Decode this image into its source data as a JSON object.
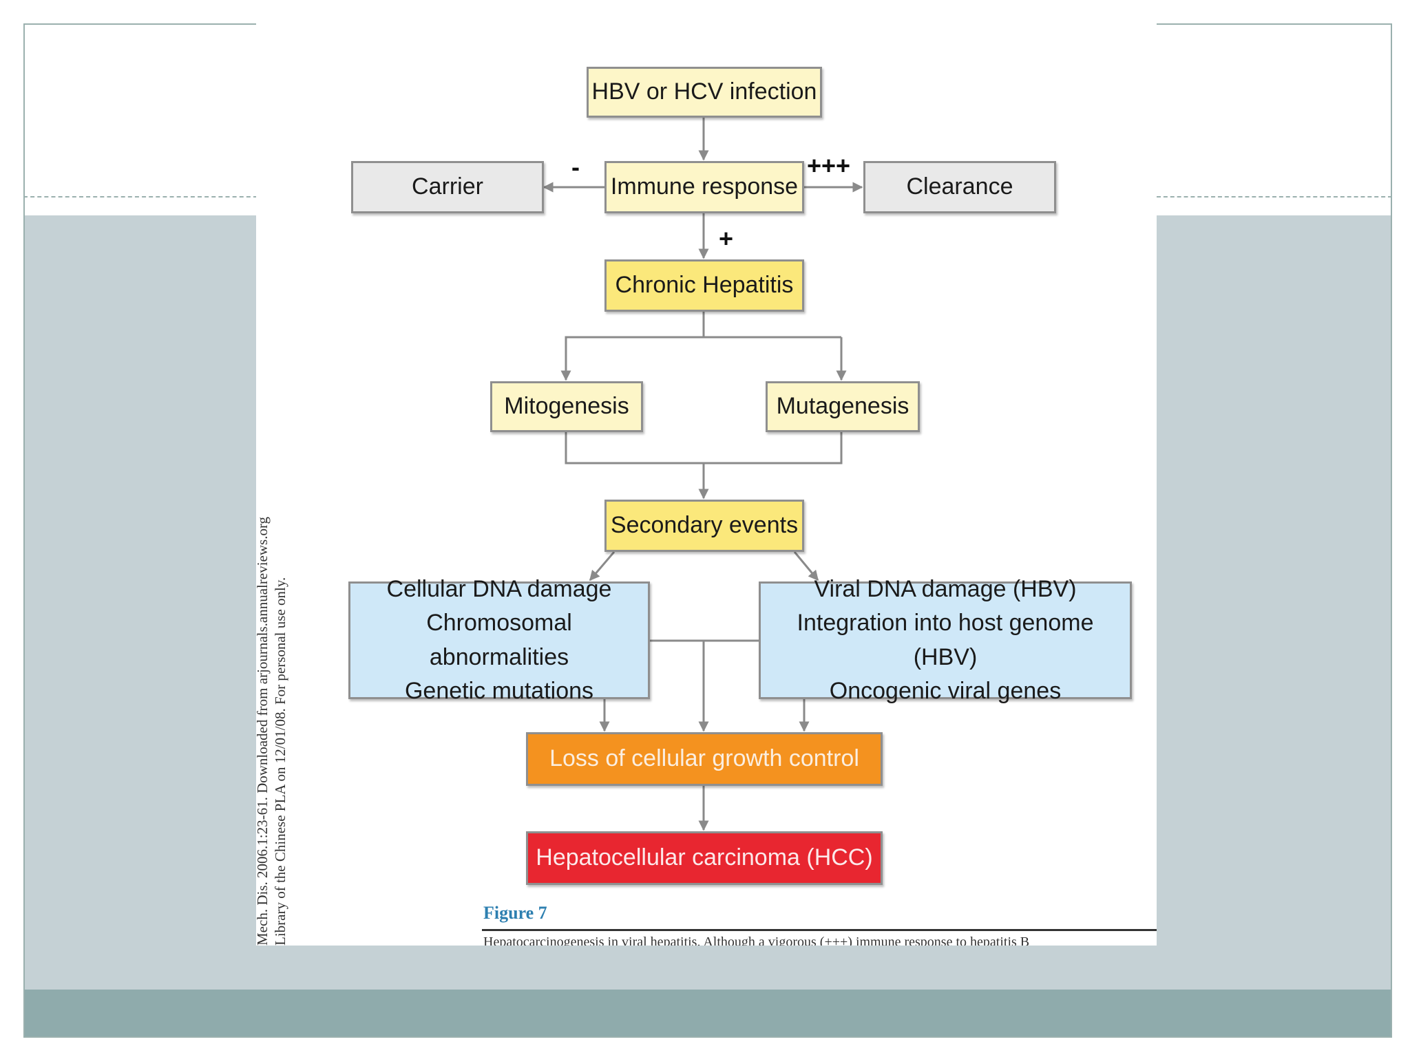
{
  "diagram": {
    "nodes": {
      "infection": "HBV or HCV infection",
      "immune": "Immune response",
      "carrier": "Carrier",
      "clearance": "Clearance",
      "chronic": "Chronic Hepatitis",
      "mitogenesis": "Mitogenesis",
      "mutagenesis": "Mutagenesis",
      "secondary": "Secondary events",
      "cellular_lines": [
        "Cellular DNA damage",
        "Chromosomal abnormalities",
        "Genetic mutations"
      ],
      "viral_lines": [
        "Viral DNA damage (HBV)",
        "Integration into host genome (HBV)",
        "Oncogenic viral genes"
      ],
      "loss": "Loss of cellular growth control",
      "hcc": "Hepatocellular carcinoma (HCC)"
    },
    "signs": {
      "to_carrier": "-",
      "to_clearance": "+++",
      "to_chronic": "+"
    },
    "edges": [
      [
        "infection",
        "immune"
      ],
      [
        "immune",
        "carrier"
      ],
      [
        "immune",
        "clearance"
      ],
      [
        "immune",
        "chronic"
      ],
      [
        "chronic",
        "mitogenesis"
      ],
      [
        "chronic",
        "mutagenesis"
      ],
      [
        "mitogenesis",
        "secondary"
      ],
      [
        "mutagenesis",
        "secondary"
      ],
      [
        "secondary",
        "cellular"
      ],
      [
        "secondary",
        "viral"
      ],
      [
        "cellular",
        "loss"
      ],
      [
        "viral",
        "loss"
      ],
      [
        "loss",
        "hcc"
      ]
    ],
    "figure_label": "Figure 7",
    "side_note_lines": [
      "Mech. Dis. 2006.1:23-61. Downloaded from arjournals.annualreviews.org",
      "Library of the Chinese PLA on 12/01/08. For personal use only."
    ],
    "caption_cut": "Hepatocarcinogenesis in viral hepatitis. Although a vigorous (+++) immune response to hepatitis B"
  },
  "colors": {
    "frame": "#9ab0ae",
    "mid_band": "#c5d1d5",
    "bottom_band": "#8fabac",
    "yellow_pale": "#fdf6c8",
    "yellow": "#fbe87b",
    "gray_box": "#e9e9e9",
    "blue_box": "#cfe8f8",
    "orange_box": "#f4921f",
    "red_box": "#e82630",
    "figure_label": "#2d7fb0"
  }
}
